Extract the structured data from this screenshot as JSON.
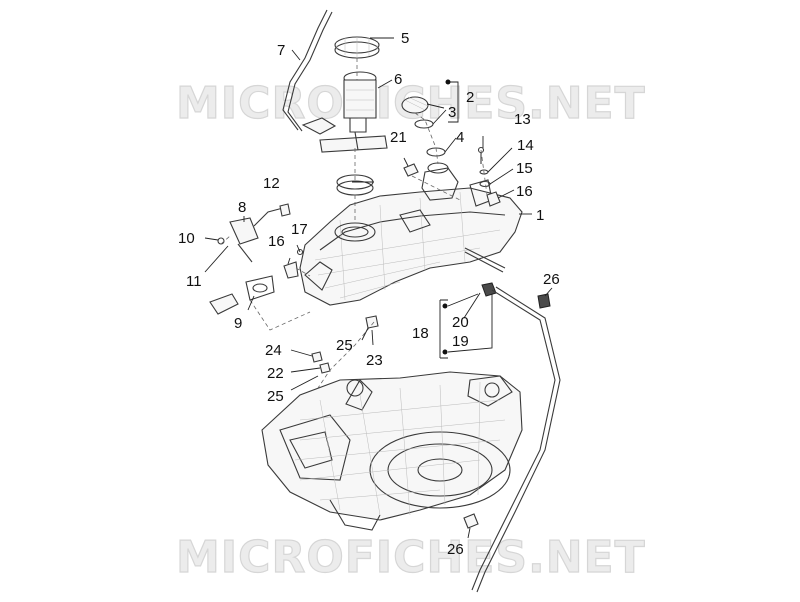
{
  "watermark": {
    "text_top": "MICROFICHES.NET",
    "text_bottom": "MICROFICHES.NET"
  },
  "callouts": {
    "c1": "1",
    "c2": "2",
    "c3": "3",
    "c4": "4",
    "c5": "5",
    "c6": "6",
    "c7": "7",
    "c8": "8",
    "c9": "9",
    "c10": "10",
    "c11": "11",
    "c12": "12",
    "c13": "13",
    "c14": "14",
    "c15": "15",
    "c16a": "16",
    "c16b": "16",
    "c17": "17",
    "c18": "18",
    "c19": "19",
    "c20": "20",
    "c21": "21",
    "c22": "22",
    "c23": "23",
    "c24": "24",
    "c25a": "25",
    "c25b": "25",
    "c26a": "26",
    "c26b": "26"
  }
}
